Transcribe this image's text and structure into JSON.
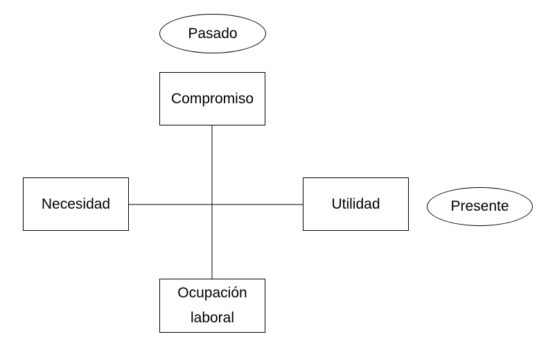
{
  "nodes": {
    "compromiso": "Compromiso",
    "necesidad": "Necesidad",
    "utilidad": "Utilidad",
    "ocupacion_line1": "Ocupación",
    "ocupacion_line2": "laboral",
    "pasado": "Pasado",
    "presente": "Presente"
  },
  "colors": {
    "line": "#000000",
    "background": "#ffffff"
  }
}
